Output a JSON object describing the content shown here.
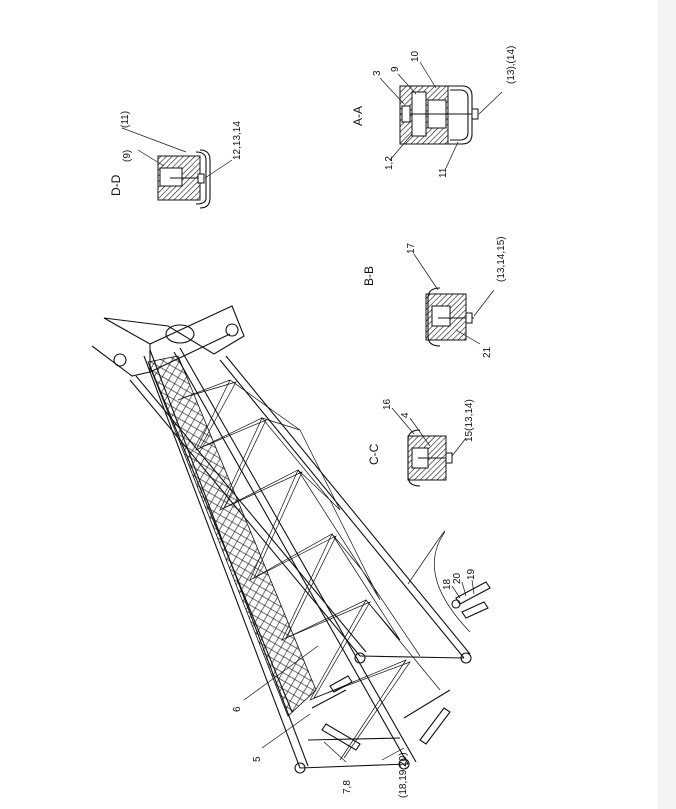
{
  "sections": {
    "aa": "A-A",
    "bb": "B-B",
    "cc": "C-C",
    "dd": "D-D"
  },
  "callouts": {
    "aa_3": "3",
    "aa_9": "9",
    "aa_10": "10",
    "aa_13_14": "(13),(14)",
    "aa_1_2": "1,2",
    "aa_11": "11",
    "dd_11": "(11)",
    "dd_9": "(9)",
    "dd_12_13_14": "12,13,14",
    "bb_17": "17",
    "bb_13_14_15": "(13,14,15)",
    "bb_21": "21",
    "cc_16": "16",
    "cc_4": "4",
    "cc_15": "15(13,14)",
    "main_18": "18",
    "main_20": "20",
    "main_19": "19",
    "main_6": "6",
    "main_5": "5",
    "main_7_8": "7,8",
    "main_18_19_20": "(18,19,20)"
  },
  "colors": {
    "line": "#111111",
    "background": "#ffffff",
    "margin_strip": "#f3f3f3"
  }
}
